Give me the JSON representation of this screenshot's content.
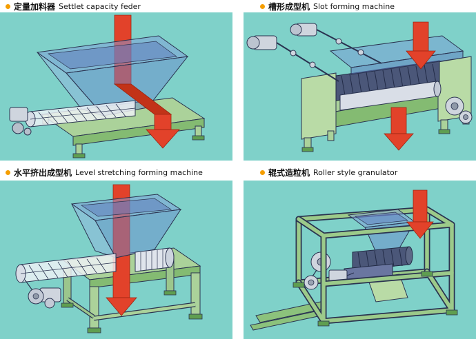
{
  "page": {
    "background": "#ffffff"
  },
  "colors": {
    "panel_background": "#7fd1c9",
    "bullet_orange": "#f59e00",
    "label_text": "#111111",
    "arrow_red": "#e2422a",
    "arrow_red_dark": "#c23318",
    "hopper_blue": "#6f8fce",
    "machine_green_light": "#abd29a",
    "machine_green_dark": "#84bb72",
    "frame_green": "#9cca8a",
    "foot_green": "#5f9e50",
    "roller_dark": "#4b5779",
    "metal_gray": "#cfd5de",
    "outline_navy": "#2a3350"
  },
  "panels": [
    {
      "id": "settlet-capacity-feeder",
      "label_zh": "定量加料器",
      "label_en": "Settlet capacity feder"
    },
    {
      "id": "slot-forming-machine",
      "label_zh": "槽形成型机",
      "label_en": "Slot forming machine"
    },
    {
      "id": "level-stretching-forming-machine",
      "label_zh": "水平挤出成型机",
      "label_en": "Level stretching forming machine"
    },
    {
      "id": "roller-style-granulator",
      "label_zh": "辊式造粒机",
      "label_en": "Roller style granulator"
    }
  ]
}
